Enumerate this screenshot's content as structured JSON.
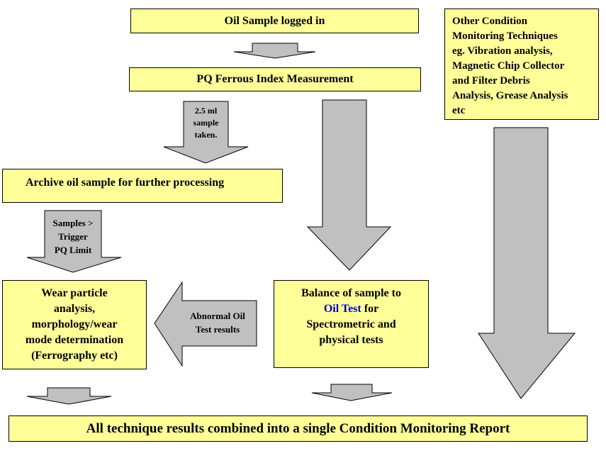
{
  "boxes": {
    "oil_sample_logged": "Oil Sample logged in",
    "pq_ferrous": "PQ Ferrous Index Measurement",
    "other_techniques": {
      "line1": "Other Condition",
      "line2": "Monitoring Techniques",
      "line3": "eg. Vibration analysis,",
      "line4": "Magnetic Chip Collector",
      "line5": "and Filter Debris",
      "line6": "Analysis, Grease Analysis",
      "line7": "etc"
    },
    "archive": "Archive oil sample for further processing",
    "wear_particle": {
      "line1": "Wear particle",
      "line2": "analysis,",
      "line3": "morphology/wear",
      "line4": "mode determination",
      "line5": "(Ferrography etc)"
    },
    "balance": {
      "line1": "Balance of sample to",
      "link": "Oil Test",
      "line2_suffix": " for",
      "line3": "Spectrometric and",
      "line4": "physical tests"
    },
    "combined_report": "All technique results combined into a single Condition Monitoring Report"
  },
  "arrow_labels": {
    "sample_taken": [
      "2.5 ml",
      "sample",
      "taken."
    ],
    "trigger": [
      "Samples >",
      "Trigger",
      "PQ Limit"
    ],
    "abnormal": [
      "Abnormal Oil",
      "Test results"
    ]
  },
  "colors": {
    "box_fill": "#ffff99",
    "arrow_fill": "#c0c0c0",
    "link": "#0000cc"
  }
}
